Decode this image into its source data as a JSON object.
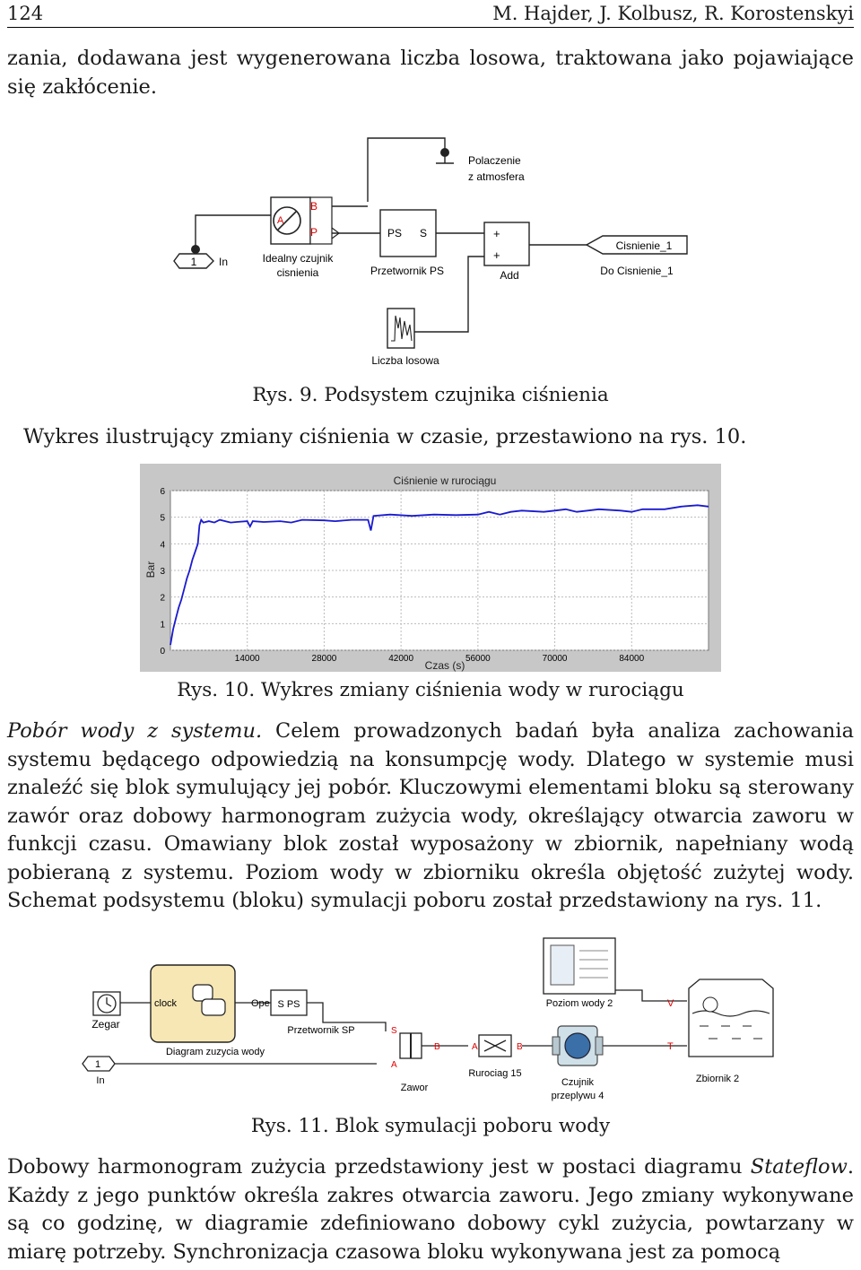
{
  "header": {
    "page_number": "124",
    "authors": "M. Hajder, J. Kolbusz, R. Korostenskyi"
  },
  "intro_text": "zania, dodawana jest wygenerowana liczba losowa, traktowana jako pojawiające się zakłócenie.",
  "fig9": {
    "caption": "Rys. 9. Podsystem czujnika ciśnienia",
    "blocks": {
      "conn_line1": "Polaczenie",
      "conn_line2": "z atmosfera",
      "in_port": "1",
      "in_label": "In",
      "sensor_line1": "Idealny czujnik",
      "sensor_line2": "cisnienia",
      "sensor_port_a": "A",
      "sensor_port_b": "B",
      "sensor_port_p": "P",
      "conv_ps": "PS",
      "conv_s": "S",
      "conv_label": "Przetwornik PS",
      "add_plus1": "+",
      "add_plus2": "+",
      "add_label": "Add",
      "goto_tag": "Cisnienie_1",
      "goto_label": "Do Cisnienie_1",
      "random_label": "Liczba losowa"
    }
  },
  "text_fig10_intro": "Wykres ilustrujący zmiany ciśnienia w czasie, przestawiono na rys. 10.",
  "chart_data": {
    "type": "line",
    "title": "Ciśnienie w rurociągu",
    "xlabel": "Czas (s)",
    "ylabel": "Bar",
    "xlim": [
      0,
      98000
    ],
    "ylim": [
      0,
      6
    ],
    "x_ticks": [
      "14000",
      "28000",
      "42000",
      "56000",
      "70000",
      "84000"
    ],
    "y_ticks": [
      "0",
      "1",
      "2",
      "3",
      "4",
      "5",
      "6"
    ],
    "grid": true,
    "series": [
      {
        "color": "#1a1ad0",
        "x": [
          0,
          500,
          1000,
          1500,
          2000,
          2500,
          3000,
          3500,
          4000,
          4500,
          5000,
          5300,
          5600,
          6000,
          7000,
          8000,
          9000,
          10000,
          11000,
          12000,
          14000,
          14500,
          15000,
          17000,
          20000,
          22000,
          24000,
          28000,
          30000,
          33000,
          36000,
          36500,
          37000,
          40000,
          44000,
          48000,
          52000,
          56000,
          58000,
          60000,
          62000,
          64000,
          68000,
          70000,
          72000,
          74000,
          76000,
          78000,
          82000,
          84000,
          86000,
          90000,
          93000,
          96000,
          98000
        ],
        "y": [
          0.2,
          0.8,
          1.2,
          1.6,
          1.9,
          2.3,
          2.7,
          3.0,
          3.4,
          3.7,
          4.0,
          4.7,
          4.9,
          4.8,
          4.85,
          4.8,
          4.9,
          4.85,
          4.8,
          4.82,
          4.85,
          4.65,
          4.85,
          4.82,
          4.85,
          4.8,
          4.9,
          4.88,
          4.85,
          4.9,
          4.9,
          4.5,
          5.05,
          5.1,
          5.05,
          5.1,
          5.08,
          5.1,
          5.2,
          5.1,
          5.2,
          5.25,
          5.2,
          5.25,
          5.3,
          5.2,
          5.25,
          5.3,
          5.25,
          5.2,
          5.3,
          5.3,
          5.4,
          5.45,
          5.4
        ]
      }
    ]
  },
  "fig10": {
    "caption": "Rys. 10. Wykres zmiany ciśnienia wody w rurociągu"
  },
  "section_pobor": {
    "heading": "Pobór wody z systemu.",
    "body": " Celem prowadzonych badań była analiza zachowania systemu będącego odpowiedzią na konsumpcję wody. Dlatego w systemie musi znaleźć się blok symulujący jej pobór. Kluczowymi elementami bloku są sterowany zawór oraz dobowy harmonogram zużycia wody, określający otwarcia zaworu w funkcji czasu. Omawiany blok został wyposażony w zbiornik, napełniany wodą pobieraną z systemu. Poziom wody w zbiorniku określa objętość zużytej wody. Schemat podsystemu (bloku) symulacji poboru został przedstawiony na rys. 11."
  },
  "fig11": {
    "caption": "Rys. 11. Blok symulacji poboru wody",
    "blocks": {
      "clock_label": "Zegar",
      "diagram_clock": "clock",
      "diagram_open": "Open",
      "diagram_label": "Diagram zuzycia wody",
      "conv_sps": "S PS",
      "conv_label": "Przetwornik SP",
      "in_port": "1",
      "in_label": "In",
      "valve_port_s": "S",
      "valve_port_b": "B",
      "valve_port_a": "A",
      "valve_label": "Zawor",
      "pipe_port_a": "A",
      "pipe_port_b": "B",
      "pipe_label": "Rurociag 15",
      "meter_line1": "Czujnik",
      "meter_line2": "przeplywu 4",
      "level_label": "Poziom wody 2",
      "tank_port_v": "V",
      "tank_port_t": "T",
      "tank_label": "Zbiornik 2"
    }
  },
  "final_text": {
    "part1": "Dobowy harmonogram zużycia przedstawiony jest w postaci diagramu ",
    "stateflow": "Stateflow",
    "part2": ". Każdy z jego punktów określa zakres otwarcia zaworu. Jego zmiany wykonywane są co godzinę, w diagramie zdefiniowano dobowy cykl zużycia, powtarzany w miarę potrzeby. Synchronizacja czasowa bloku wykonywana jest za pomocą"
  }
}
